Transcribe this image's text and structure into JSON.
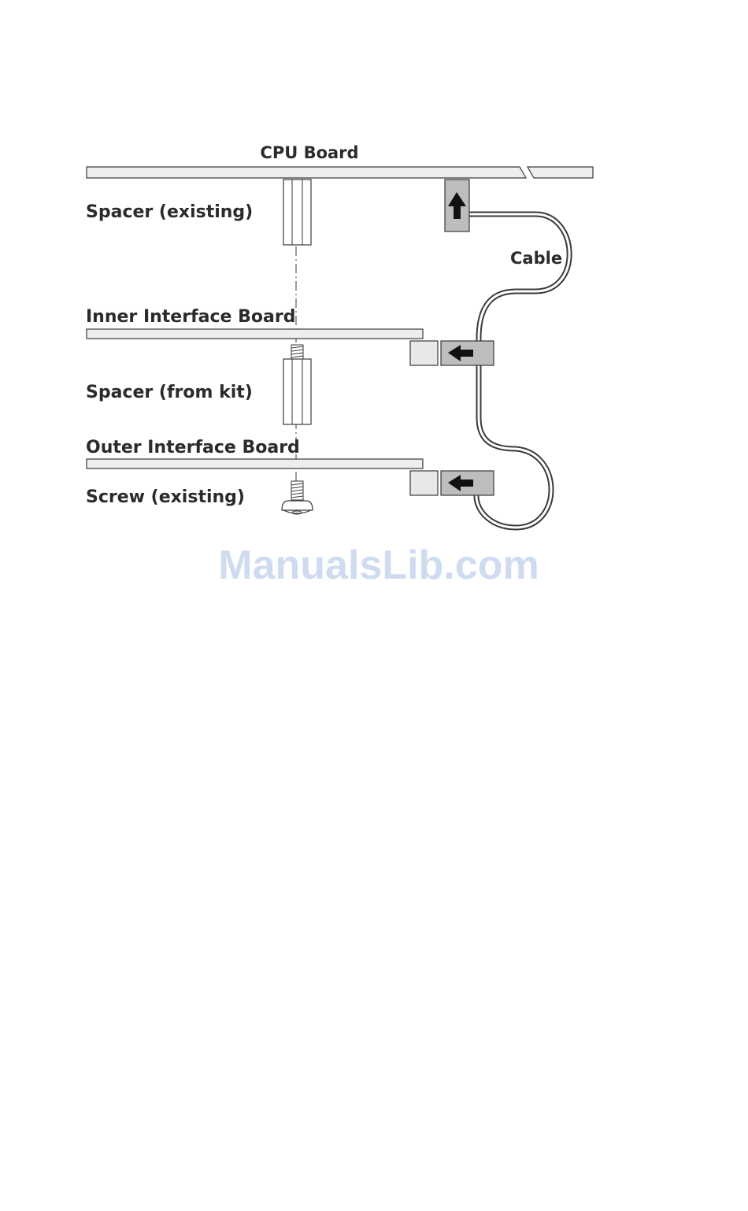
{
  "labels": {
    "cpu_board": "CPU Board",
    "spacer_existing": "Spacer (existing)",
    "cable": "Cable",
    "inner_interface_board": "Inner Interface Board",
    "spacer_from_kit": "Spacer (from kit)",
    "outer_interface_board": "Outer Interface Board",
    "screw_existing": "Screw (existing)"
  },
  "watermark": "ManualsLib.com",
  "icons": {
    "cpu_connector": "arrow-up-icon",
    "inner_connector": "arrow-left-icon",
    "outer_connector": "arrow-left-icon"
  },
  "colors": {
    "board_fill": "#eeeeee",
    "connector_fill": "#bdbdbd",
    "socket_fill": "#e8e8e8",
    "outline": "#3a3a3a",
    "watermark": "#cfdcf0"
  }
}
